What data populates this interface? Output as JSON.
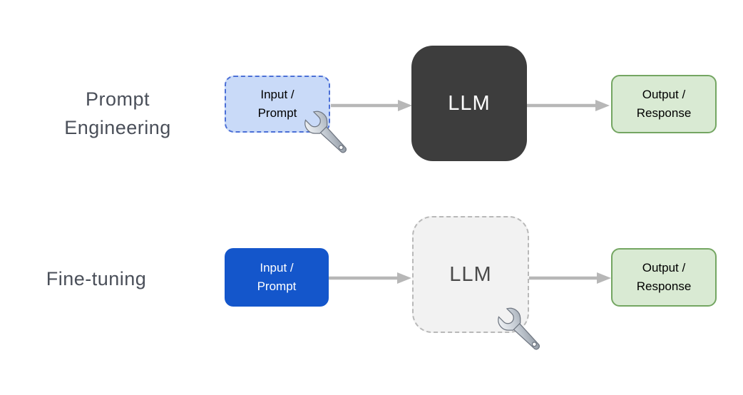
{
  "diagram": {
    "type": "comparison-flow",
    "rows": [
      {
        "label": "Prompt\nEngineering",
        "input_label": "Input /\nPrompt",
        "llm_label": "LLM",
        "output_label": "Output /\nResponse",
        "wrench_attached_to": "input-prompt-node"
      },
      {
        "label": "Fine-tuning",
        "input_label": "Input /\nPrompt",
        "llm_label": "LLM",
        "output_label": "Output /\nResponse",
        "wrench_attached_to": "llm-node"
      }
    ],
    "icons": {
      "wrench": "wrench-icon",
      "arrow": "flow-arrow-icon"
    },
    "colors": {
      "row_label_text": "#4a4f59",
      "arrow": "#b7b7b7",
      "prompt_input_fill": "#c9daf8",
      "prompt_input_border": "#4b6fd6",
      "llm_dark_fill": "#3d3d3d",
      "llm_dark_text": "#ffffff",
      "llm_light_fill": "#f2f2f2",
      "llm_light_border": "#b9b9b9",
      "finetune_input_fill": "#1456cb",
      "finetune_input_text": "#ffffff",
      "output_fill": "#d9ead3",
      "output_border": "#74a662"
    }
  }
}
